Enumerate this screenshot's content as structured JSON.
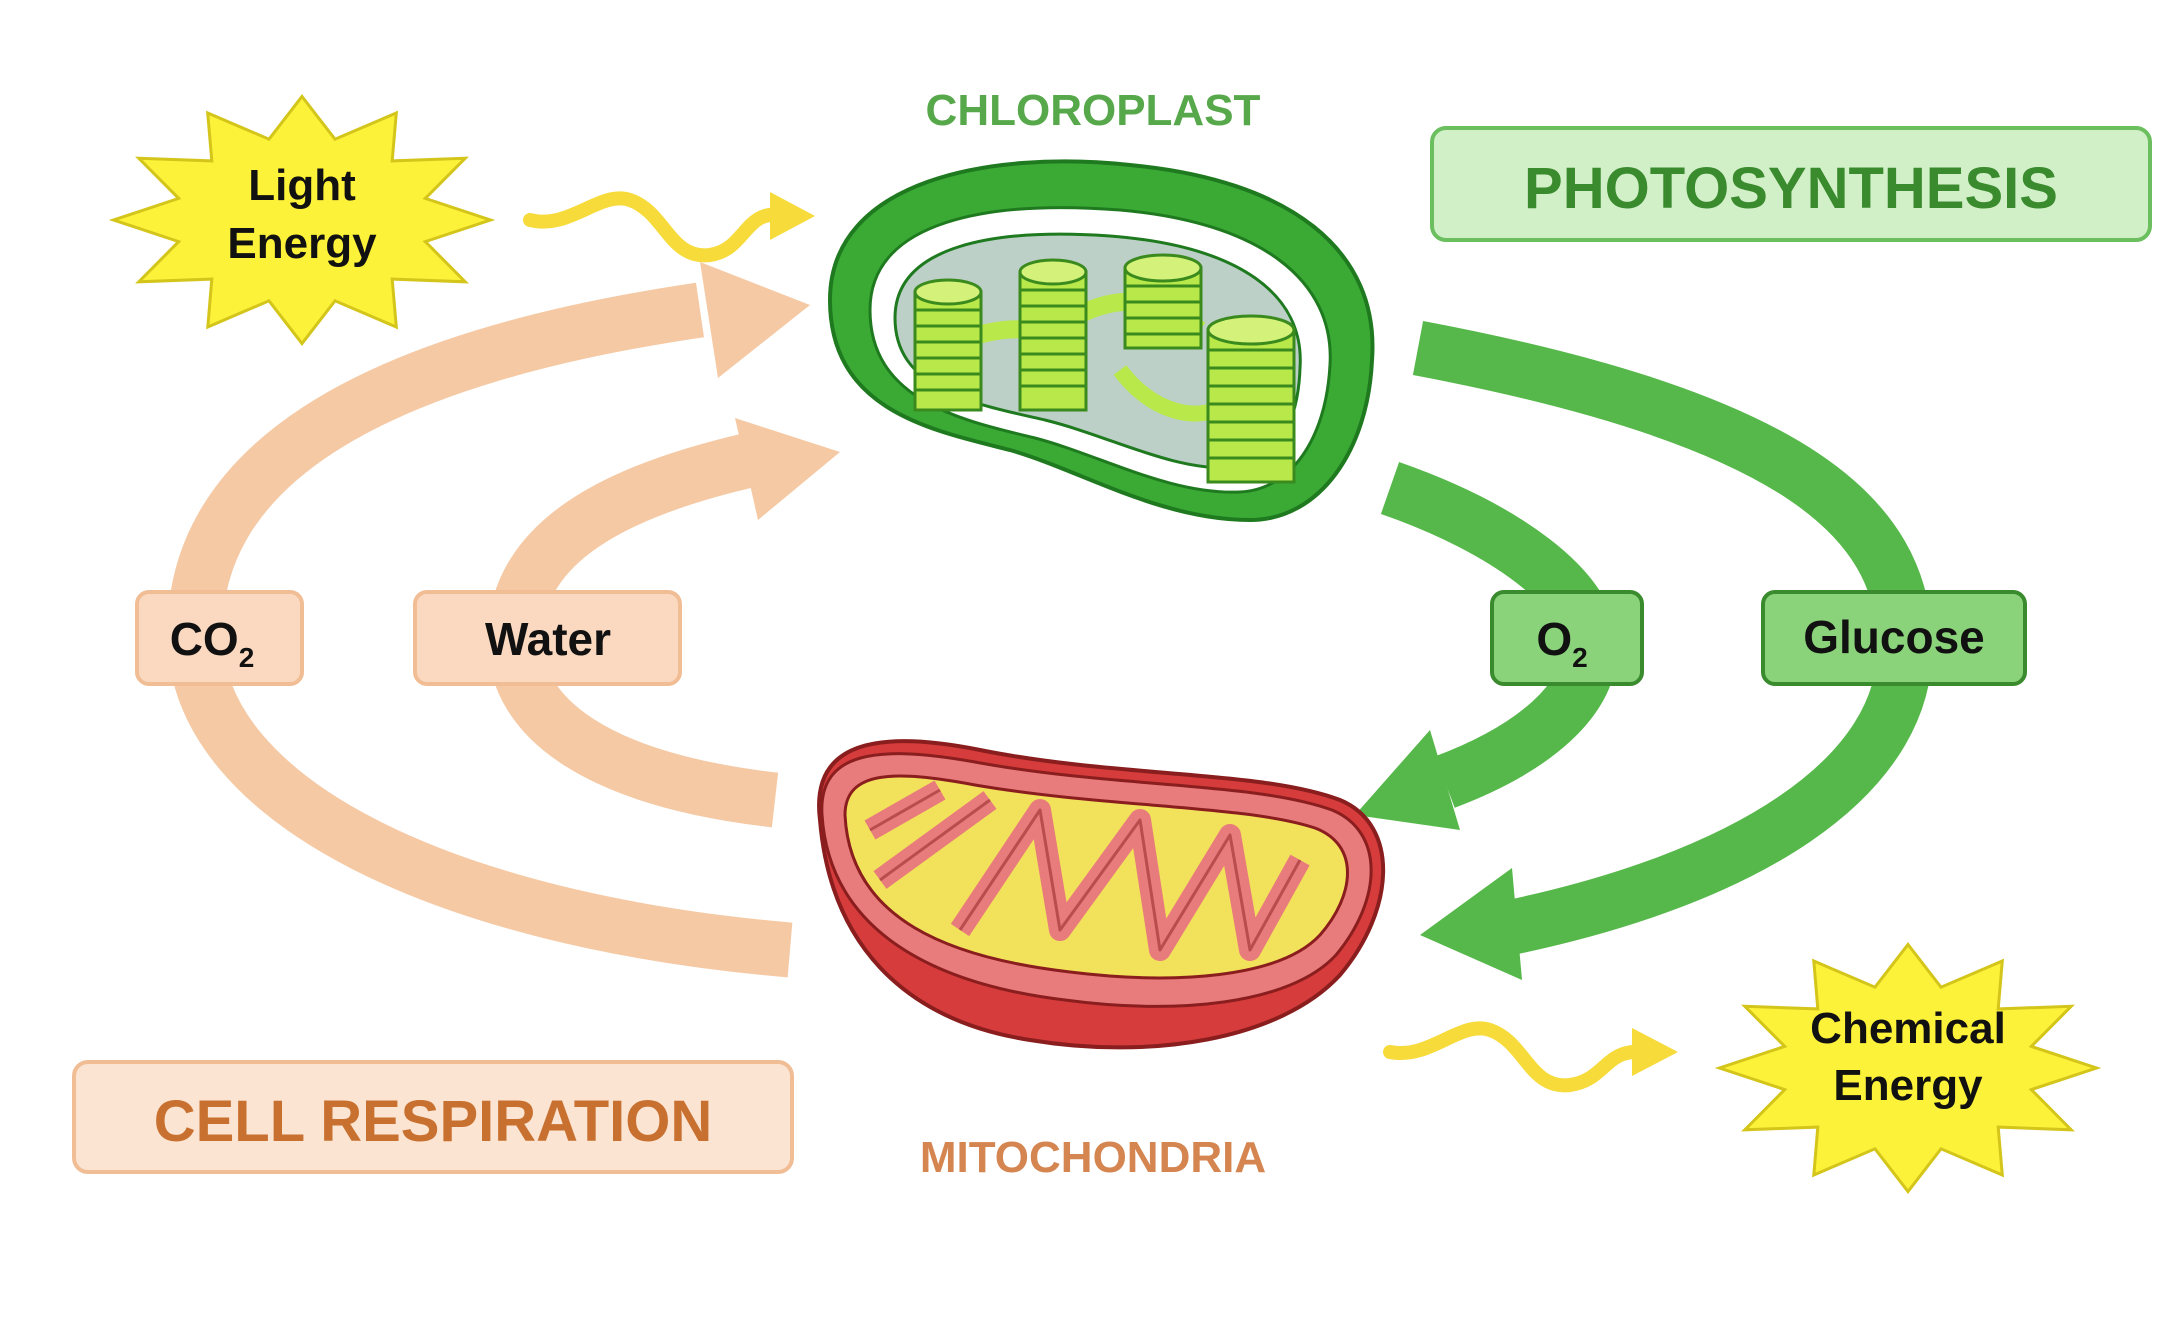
{
  "labels": {
    "chloroplast": "CHLOROPLAST",
    "mitochondria": "MITOCHONDRIA",
    "photosynthesis": "PHOTOSYNTHESIS",
    "cell_respiration": "CELL RESPIRATION"
  },
  "energy": {
    "light_line1": "Light",
    "light_line2": "Energy",
    "chemical_line1": "Chemical",
    "chemical_line2": "Energy"
  },
  "inputs": {
    "co2_main": "CO",
    "co2_sub": "2",
    "water": "Water"
  },
  "outputs": {
    "o2_main": "O",
    "o2_sub": "2",
    "glucose": "Glucose"
  },
  "colors": {
    "photosynthesis_green": "#56b84a",
    "photosynthesis_text": "#3a8a2e",
    "respiration_peach": "#f5c9a4",
    "respiration_text": "#c8702f",
    "energy_yellow": "#fdf23a",
    "mito_red": "#d63c3c",
    "mito_inner_yellow": "#f2e15a",
    "chloroplast_green": "#3aaa35",
    "thylakoid_lime": "#b8e84a"
  }
}
